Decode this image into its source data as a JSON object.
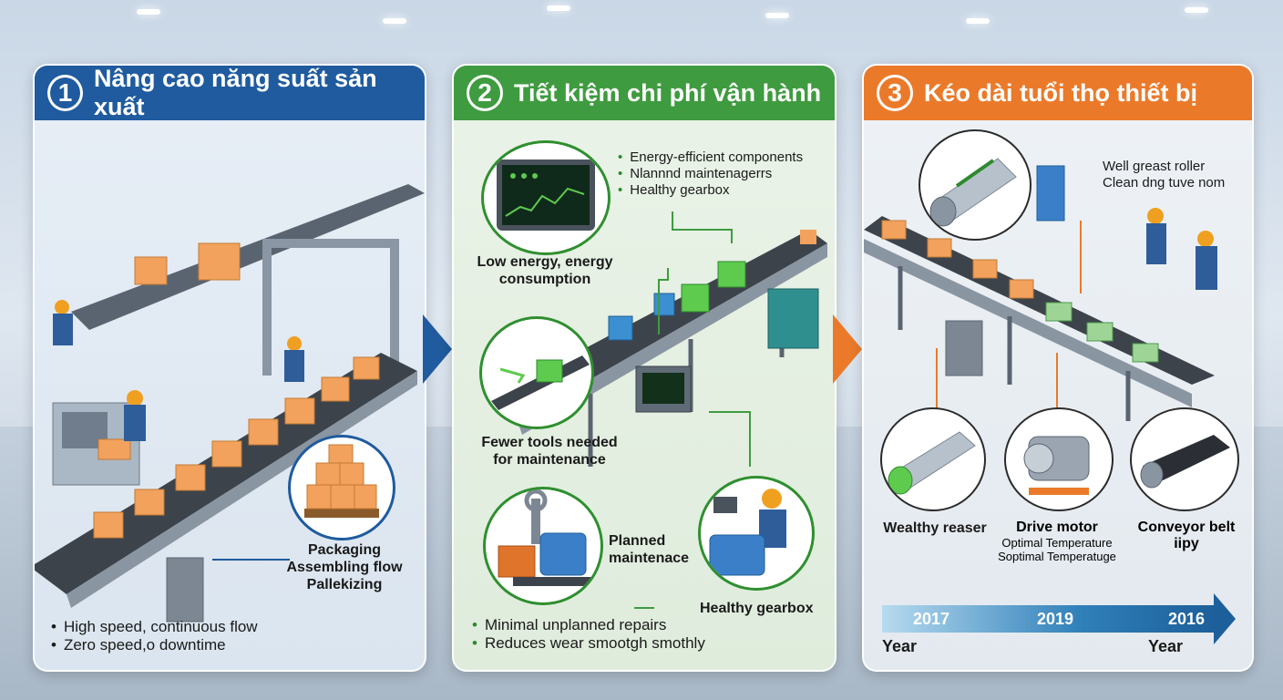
{
  "panels": [
    {
      "number": "1",
      "title": "Nâng cao năng suất sản xuất",
      "packaging_labels": [
        "Packaging",
        "Assembling flow",
        "Pallekizing"
      ],
      "bullets": [
        "High speed, continuous flow",
        "Zero speed,o downtime"
      ]
    },
    {
      "number": "2",
      "title": "Tiết kiệm chi phí vận hành",
      "top_bullets": [
        "Energy-efficient components",
        "Nlannnd maintenagerrs",
        "Healthy gearbox"
      ],
      "low_energy_label": "Low energy, energy consumption",
      "fewer_tools_label": "Fewer tools needed for maintenance",
      "planned_label": "Planned maintenace",
      "gearbox_label": "Healthy gearbox",
      "bottom_bullets": [
        "Minimal unplanned repairs",
        "Reduces wear smootgh smothly"
      ]
    },
    {
      "number": "3",
      "title": "Kéo dài tuổi thọ thiết bị",
      "roller_note": [
        "Well greast roller",
        "Clean dng tuve nom"
      ],
      "components": [
        {
          "label": "Wealthy reaser",
          "sub": []
        },
        {
          "label": "Drive motor",
          "sub": [
            "Optimal Temperature",
            "Soptimal Temperatuge"
          ]
        },
        {
          "label": "Conveyor belt",
          "sub": [
            "iipy"
          ]
        }
      ],
      "timeline_years": [
        "2017",
        "2019",
        "2016"
      ],
      "timeline_axis": [
        "Year",
        "Year"
      ]
    }
  ],
  "colors": {
    "panel1": "#1f5b9e",
    "panel2": "#3f9b3f",
    "panel3": "#ea7a2a"
  }
}
